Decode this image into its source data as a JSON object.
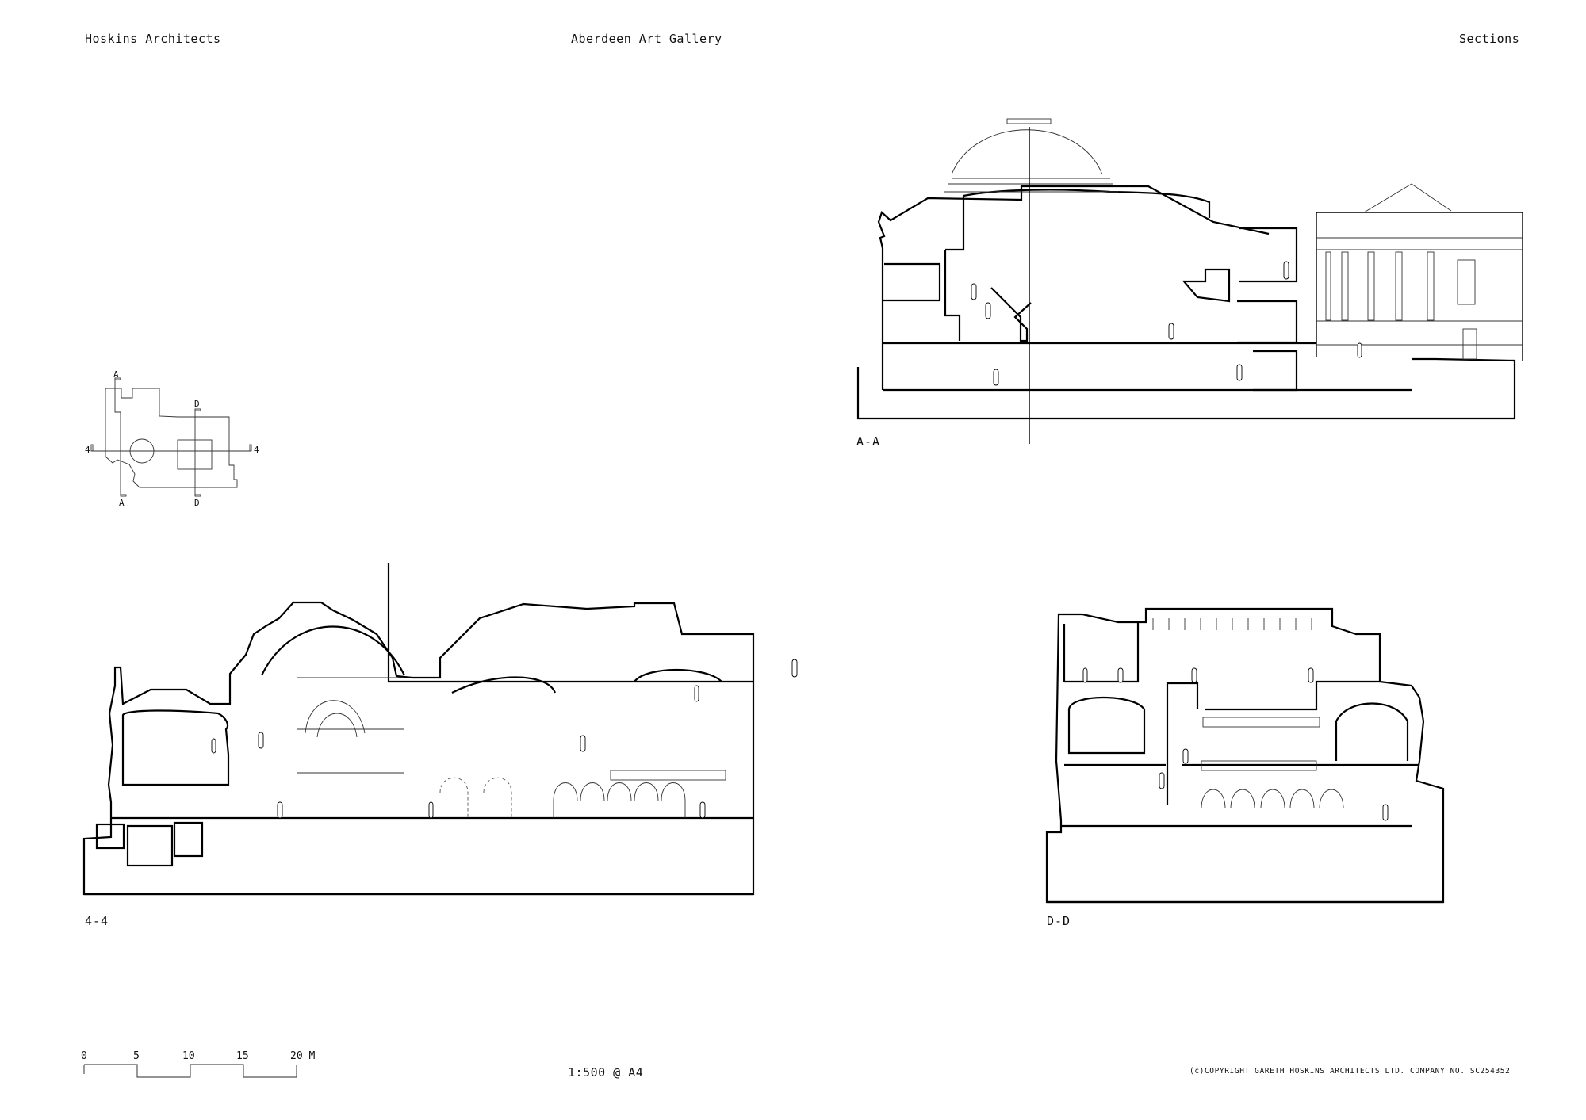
{
  "header": {
    "left": "Hoskins Architects",
    "center": "Aberdeen Art Gallery",
    "right": "Sections"
  },
  "key_plan": {
    "markers": [
      "A",
      "A",
      "D",
      "D",
      "4",
      "4"
    ]
  },
  "sections": [
    {
      "id": "A-A",
      "label": "A-A"
    },
    {
      "id": "4-4",
      "label": "4-4"
    },
    {
      "id": "D-D",
      "label": "D-D"
    }
  ],
  "scale_bar": {
    "ticks": [
      "0",
      "5",
      "10",
      "15",
      "20 M"
    ]
  },
  "footer": {
    "scale": "1:500 @ A4",
    "copyright": "(c)COPYRIGHT GARETH HOSKINS ARCHITECTS LTD. COMPANY NO. SC254352"
  },
  "colors": {
    "line": "#000000",
    "background": "#ffffff"
  }
}
